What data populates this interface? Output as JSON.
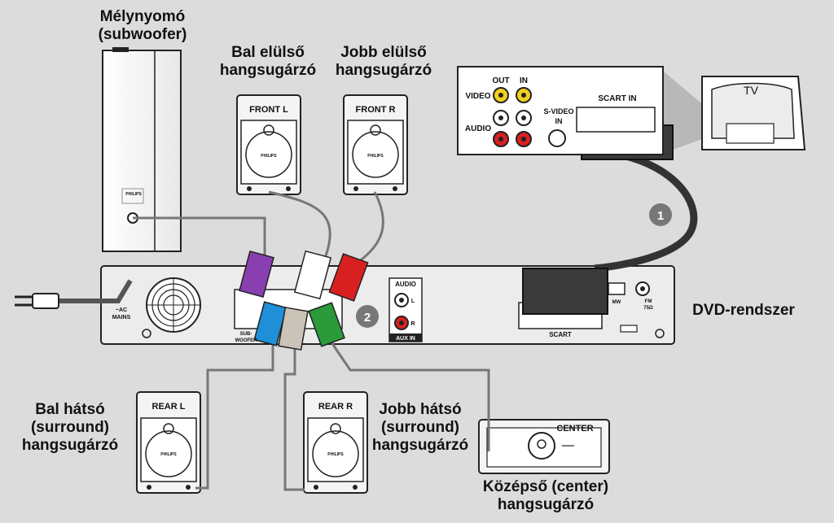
{
  "labels": {
    "subwoofer_line1": "Mélynyomó",
    "subwoofer_line2": "(subwoofer)",
    "front_left_line1": "Bal elülső",
    "front_left_line2": "hangsugárzó",
    "front_right_line1": "Jobb elülső",
    "front_right_line2": "hangsugárzó",
    "rear_left_line1": "Bal hátsó",
    "rear_left_line2": "(surround)",
    "rear_left_line3": "hangsugárzó",
    "rear_right_line1": "Jobb hátsó",
    "rear_right_line2": "(surround)",
    "rear_right_line3": "hangsugárzó",
    "center_line1": "Középső (center)",
    "center_line2": "hangsugárzó",
    "dvd_system": "DVD-rendszer"
  },
  "speaker_tags": {
    "front_l": "FRONT L",
    "front_r": "FRONT R",
    "rear_l": "REAR L",
    "rear_r": "REAR R",
    "center": "CENTER",
    "brand": "PHILIPS"
  },
  "tv_panel": {
    "out": "OUT",
    "in": "IN",
    "video": "VIDEO",
    "audio": "AUDIO",
    "svideo_line1": "S-VIDEO",
    "svideo_line2": "IN",
    "scart_in": "SCART IN",
    "tv": "TV"
  },
  "dvd_panel": {
    "ac_line1": "~AC",
    "ac_line2": "MAINS",
    "sub_line1": "SUB-",
    "sub_line2": "WOOFER",
    "audio": "AUDIO",
    "l": "L",
    "r": "R",
    "aux_in": "AUX IN",
    "scart": "SCART",
    "mw": "MW",
    "fm_line1": "FM",
    "fm_line2": "75Ω"
  },
  "steps": {
    "step1": "1",
    "step2": "2"
  },
  "colors": {
    "background": "#dcdcdc",
    "sub_plug": "#8a3fb0",
    "front_l_plug": "#ffffff",
    "front_r_plug": "#d92020",
    "rear_l_plug": "#1e8fd8",
    "rear_r_plug": "#c9c3b8",
    "center_plug": "#2a9a3a"
  }
}
